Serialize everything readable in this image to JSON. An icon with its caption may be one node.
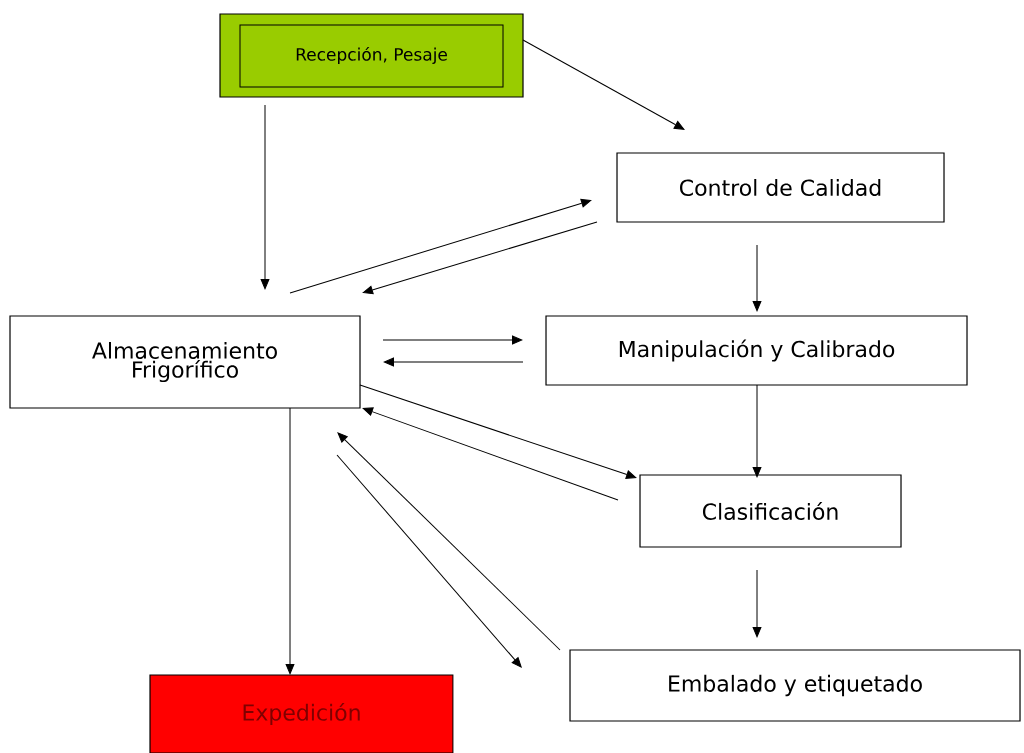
{
  "diagram": {
    "nodes": [
      {
        "text": [
          "Recepción, Pesaje"
        ]
      },
      {
        "text": [
          "Control de Calidad"
        ]
      },
      {
        "text": [
          "Almacenamiento Frigorífico"
        ]
      },
      {
        "text": [
          "Manipulación y Calibrado"
        ]
      },
      {
        "text": [
          "Clasificación"
        ]
      },
      {
        "text": [
          "Embalado y etiquetado"
        ]
      },
      {
        "text": [
          "Expedición"
        ]
      }
    ],
    "edges": [
      {
        "from": 0,
        "to": 2,
        "arrow": "to"
      },
      {
        "from": 0,
        "to": 1,
        "arrow": "to"
      },
      {
        "from": 2,
        "to": 1,
        "arrow": "to"
      },
      {
        "from": 1,
        "to": 2,
        "arrow": "to"
      },
      {
        "from": 2,
        "to": 3,
        "arrow": "to"
      },
      {
        "from": 3,
        "to": 2,
        "arrow": "to"
      },
      {
        "from": 1,
        "to": 3,
        "arrow": "to"
      },
      {
        "from": 3,
        "to": 4,
        "arrow": "to"
      },
      {
        "from": 2,
        "to": 4,
        "arrow": "to"
      },
      {
        "from": 4,
        "to": 2,
        "arrow": "to"
      },
      {
        "from": 4,
        "to": 5,
        "arrow": "to"
      },
      {
        "from": 2,
        "to": 5,
        "arrow": "to"
      },
      {
        "from": 5,
        "to": 2,
        "arrow": "to"
      },
      {
        "from": 2,
        "to": 6,
        "arrow": "to"
      }
    ]
  }
}
